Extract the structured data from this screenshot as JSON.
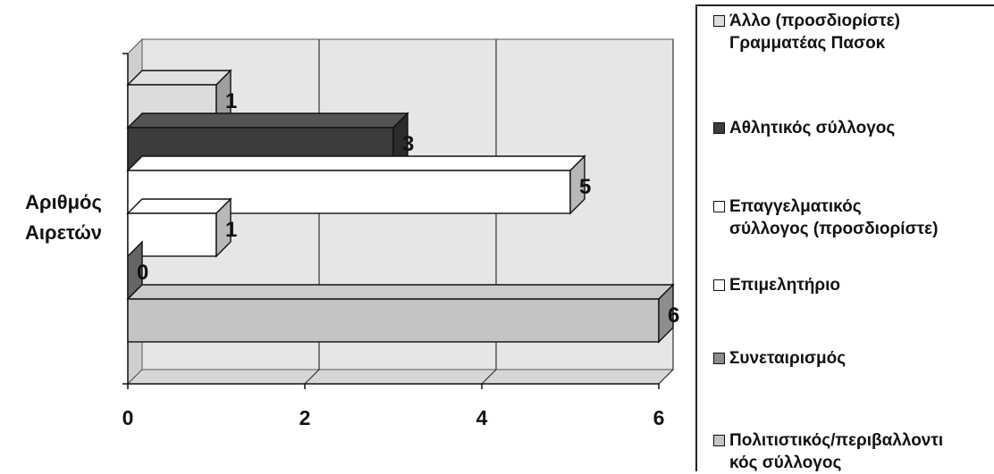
{
  "colors": {
    "wall": "#e6e6e6",
    "wall_shadow": "#cfcfcf",
    "floor": "#d6d6d6",
    "grid": "#333333"
  },
  "chart_data": {
    "type": "bar",
    "orientation": "horizontal",
    "three_d": true,
    "categories": [
      "Αριθμός\nΑιρετών"
    ],
    "xlim": [
      0,
      6
    ],
    "ticks": [
      "0",
      "2",
      "4",
      "6"
    ],
    "grid": true,
    "legend_position": "right",
    "series": [
      {
        "name": "Άλλο (προσδιορίστε)\nΓραμματέας Πασοκ",
        "values": [
          1
        ],
        "label": "1",
        "color": "#dcdcdc"
      },
      {
        "name": "Αθλητικός σύλλογος",
        "values": [
          3
        ],
        "label": "3",
        "color": "#3c3c3c"
      },
      {
        "name": "Επαγγελματικός\nσύλλογος (προσδιορίστε)",
        "values": [
          5
        ],
        "label": "5",
        "color": "#ffffff"
      },
      {
        "name": "Επιμελητήριο",
        "values": [
          1
        ],
        "label": "1",
        "color": "#ffffff"
      },
      {
        "name": "Συνεταιρισμός",
        "values": [
          0
        ],
        "label": "0",
        "color": "#8c8c8c"
      },
      {
        "name": "Πολιτιστικός/περιβαλλοντι\nκός σύλλογος",
        "values": [
          6
        ],
        "label": "6",
        "color": "#c4c4c4"
      }
    ]
  }
}
